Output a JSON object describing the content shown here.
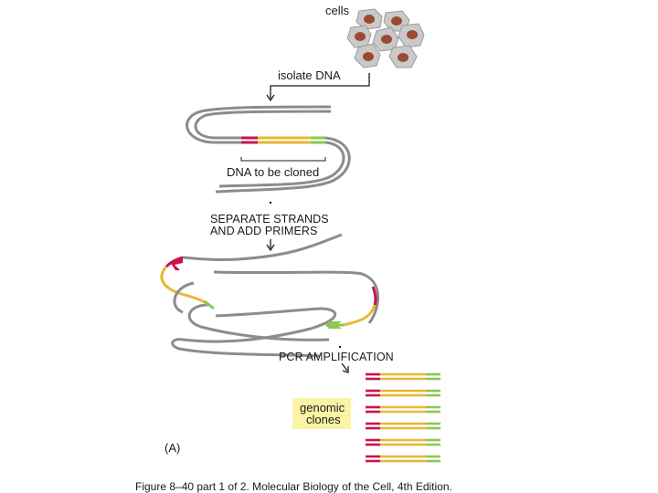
{
  "labels": {
    "cells": "cells",
    "isolate_dna": "isolate DNA",
    "dna_to_be_cloned": "DNA to be cloned",
    "separate_strands_line1": "SEPARATE STRANDS",
    "separate_strands_line2": "AND ADD PRIMERS",
    "pcr_amplification": "PCR AMPLIFICATION",
    "genomic_line1": "genomic",
    "genomic_line2": "clones",
    "panel": "(A)"
  },
  "caption": "Figure 8–40 part 1 of 2. Molecular Biology of the Cell, 4th Edition.",
  "colors": {
    "strand": "#8c8c8c",
    "primer_red": "#c8144b",
    "target_yellow": "#e8b830",
    "primer_green": "#8cc850",
    "cell_fill": "#c9c9c9",
    "nucleus": "#9b4a32",
    "highlight_box": "#fbf3a6"
  }
}
